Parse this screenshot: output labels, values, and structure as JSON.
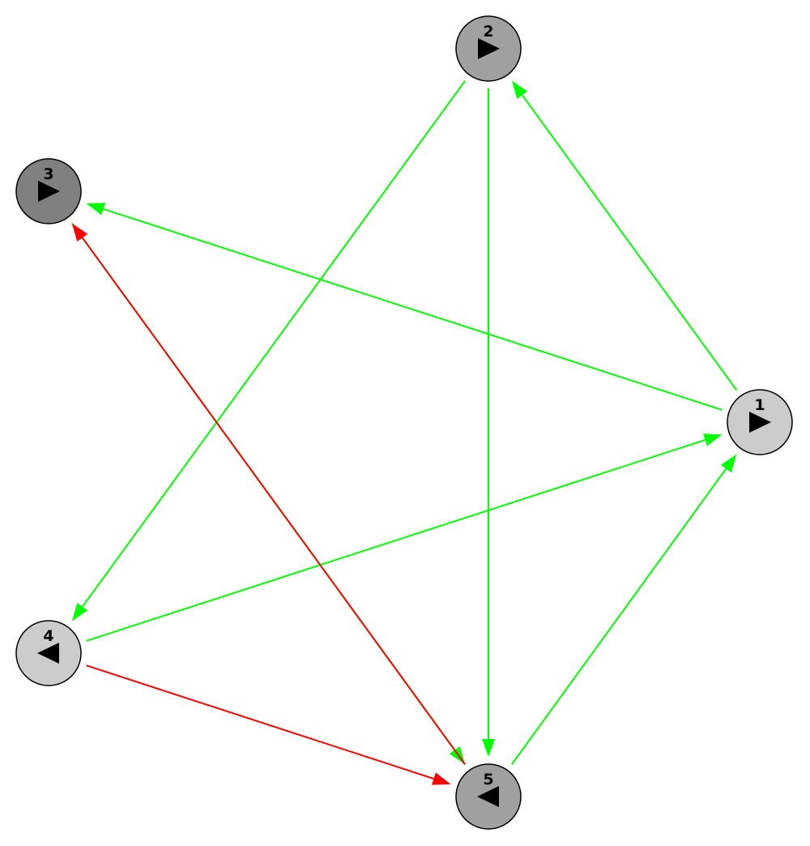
{
  "nodes": [
    {
      "id": "1",
      "label": "1",
      "fill": "#cccccc",
      "direction": "right"
    },
    {
      "id": "2",
      "label": "2",
      "fill": "#a0a0a0",
      "direction": "right"
    },
    {
      "id": "3",
      "label": "3",
      "fill": "#808080",
      "direction": "right"
    },
    {
      "id": "4",
      "label": "4",
      "fill": "#cccccc",
      "direction": "left"
    },
    {
      "id": "5",
      "label": "5",
      "fill": "#a0a0a0",
      "direction": "left"
    }
  ],
  "edges": [
    {
      "from": "1",
      "to": "2",
      "color": "#00ff00"
    },
    {
      "from": "1",
      "to": "3",
      "color": "#00ff00"
    },
    {
      "from": "2",
      "to": "4",
      "color": "#00ff00"
    },
    {
      "from": "2",
      "to": "5",
      "color": "#00ff00"
    },
    {
      "from": "4",
      "to": "1",
      "color": "#00ff00"
    },
    {
      "from": "5",
      "to": "1",
      "color": "#00ff00"
    },
    {
      "from": "3",
      "to": "5",
      "color": "#00ff00"
    },
    {
      "from": "4",
      "to": "5",
      "color": "#ff0000"
    },
    {
      "from": "5",
      "to": "3",
      "color": "#ff0000"
    }
  ]
}
